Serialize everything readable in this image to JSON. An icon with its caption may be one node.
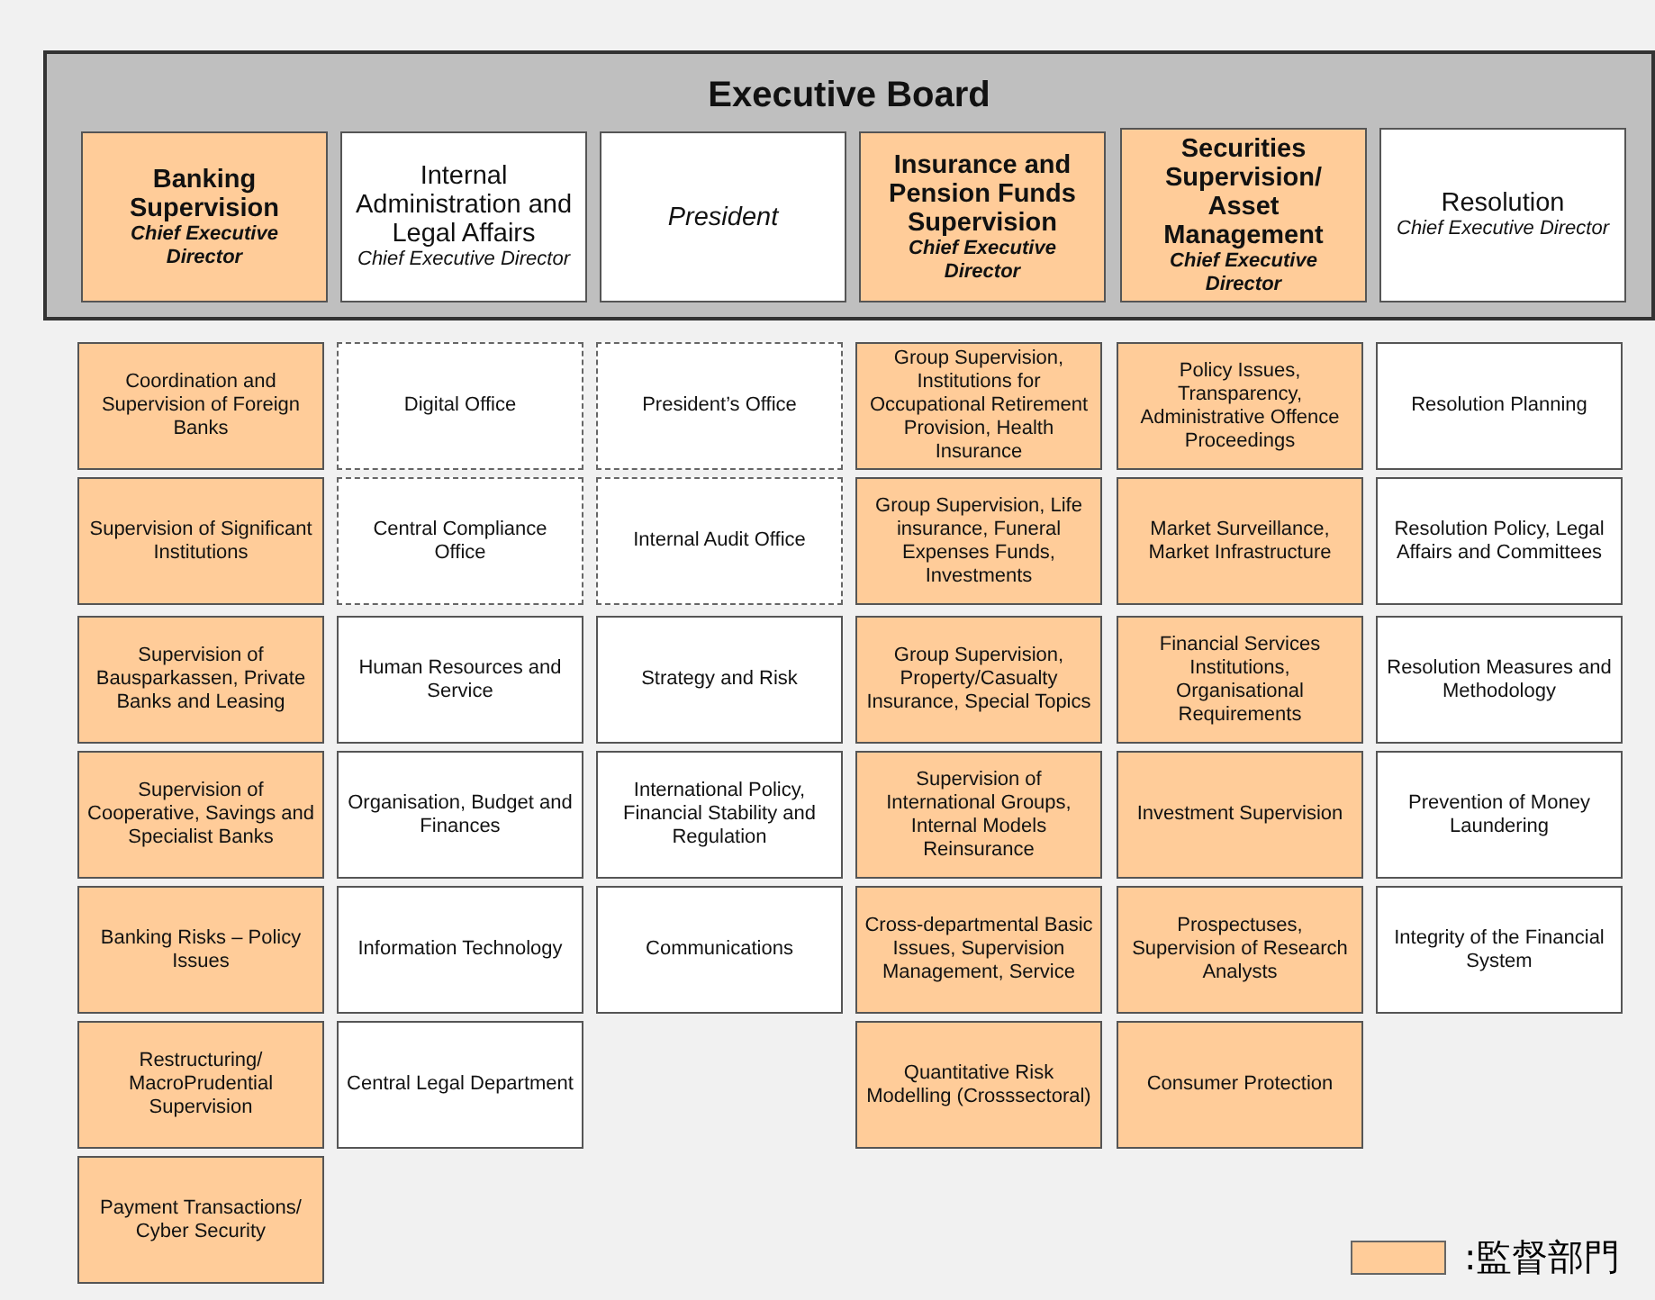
{
  "diagram": {
    "nodes": [
      {
        "text": [
          "Executive Board"
        ]
      },
      {
        "text": [
          "Banking Supervision",
          "Chief Executive Director"
        ],
        "in": 0
      },
      {
        "text": [
          "Internal Administration and Legal Affairs",
          "Chief Executive Director"
        ],
        "in": 0
      },
      {
        "text": [
          "President"
        ],
        "in": 0
      },
      {
        "text": [
          "Insurance and Pension Funds Supervision",
          "Chief Executive Director"
        ],
        "in": 0
      },
      {
        "text": [
          "Securities Supervision/ Asset Management",
          "Chief Executive Director"
        ],
        "in": 0
      },
      {
        "text": [
          "Resolution",
          "Chief Executive Director"
        ],
        "in": 0
      },
      {
        "text": [
          "Coordination and Supervision of Foreign Banks"
        ]
      },
      {
        "text": [
          "Digital Office"
        ]
      },
      {
        "text": [
          "President’s Office"
        ]
      },
      {
        "text": [
          "Group Supervision, Institutions for Occupational Retirement Provision, Health Insurance"
        ]
      },
      {
        "text": [
          "Policy Issues, Transparency, Administrative Offence Proceedings"
        ]
      },
      {
        "text": [
          "Resolution Planning"
        ]
      },
      {
        "text": [
          "Supervision of Significant Institutions"
        ]
      },
      {
        "text": [
          "Central Compliance Office"
        ]
      },
      {
        "text": [
          "Internal Audit Office"
        ]
      },
      {
        "text": [
          "Group Supervision, Life insurance, Funeral Expenses Funds, Investments"
        ]
      },
      {
        "text": [
          "Market Surveillance, Market Infrastructure"
        ]
      },
      {
        "text": [
          "Resolution Policy, Legal Affairs and Committees"
        ]
      },
      {
        "text": [
          "Supervision of Bausparkassen, Private Banks and Leasing"
        ]
      },
      {
        "text": [
          "Human Resources and Service"
        ]
      },
      {
        "text": [
          "Strategy and Risk"
        ]
      },
      {
        "text": [
          "Group Supervision, Property/Casualty Insurance, Special Topics"
        ]
      },
      {
        "text": [
          "Financial Services Institutions, Organisational Requirements"
        ]
      },
      {
        "text": [
          "Resolution Measures and Methodology"
        ]
      },
      {
        "text": [
          "Supervision of Cooperative, Savings and Specialist Banks"
        ]
      },
      {
        "text": [
          "Organisation, Budget and Finances"
        ]
      },
      {
        "text": [
          "International Policy, Financial Stability and Regulation"
        ]
      },
      {
        "text": [
          "Supervision of International Groups, Internal Models Reinsurance"
        ]
      },
      {
        "text": [
          "Investment Supervision"
        ]
      },
      {
        "text": [
          "Prevention of Money Laundering"
        ]
      },
      {
        "text": [
          "Banking Risks – Policy Issues"
        ]
      },
      {
        "text": [
          "Information Technology"
        ]
      },
      {
        "text": [
          "Communications"
        ]
      },
      {
        "text": [
          "Cross-departmental Basic Issues, Supervision Management, Service"
        ]
      },
      {
        "text": [
          "Prospectuses, Supervision of Research Analysts"
        ]
      },
      {
        "text": [
          "Integrity of the Financial System"
        ]
      },
      {
        "text": [
          "Restructuring/ MacroPrudential Supervision"
        ]
      },
      {
        "text": [
          "Central Legal Department"
        ]
      },
      {
        "text": [
          "Quantitative Risk Modelling (Crosssectoral)"
        ]
      },
      {
        "text": [
          "Consumer Protection"
        ]
      },
      {
        "text": [
          "Payment Transactions/ Cyber Security"
        ]
      }
    ],
    "legend": [
      {
        "text": ":監督部門",
        "color": "#ffcc99"
      }
    ]
  }
}
